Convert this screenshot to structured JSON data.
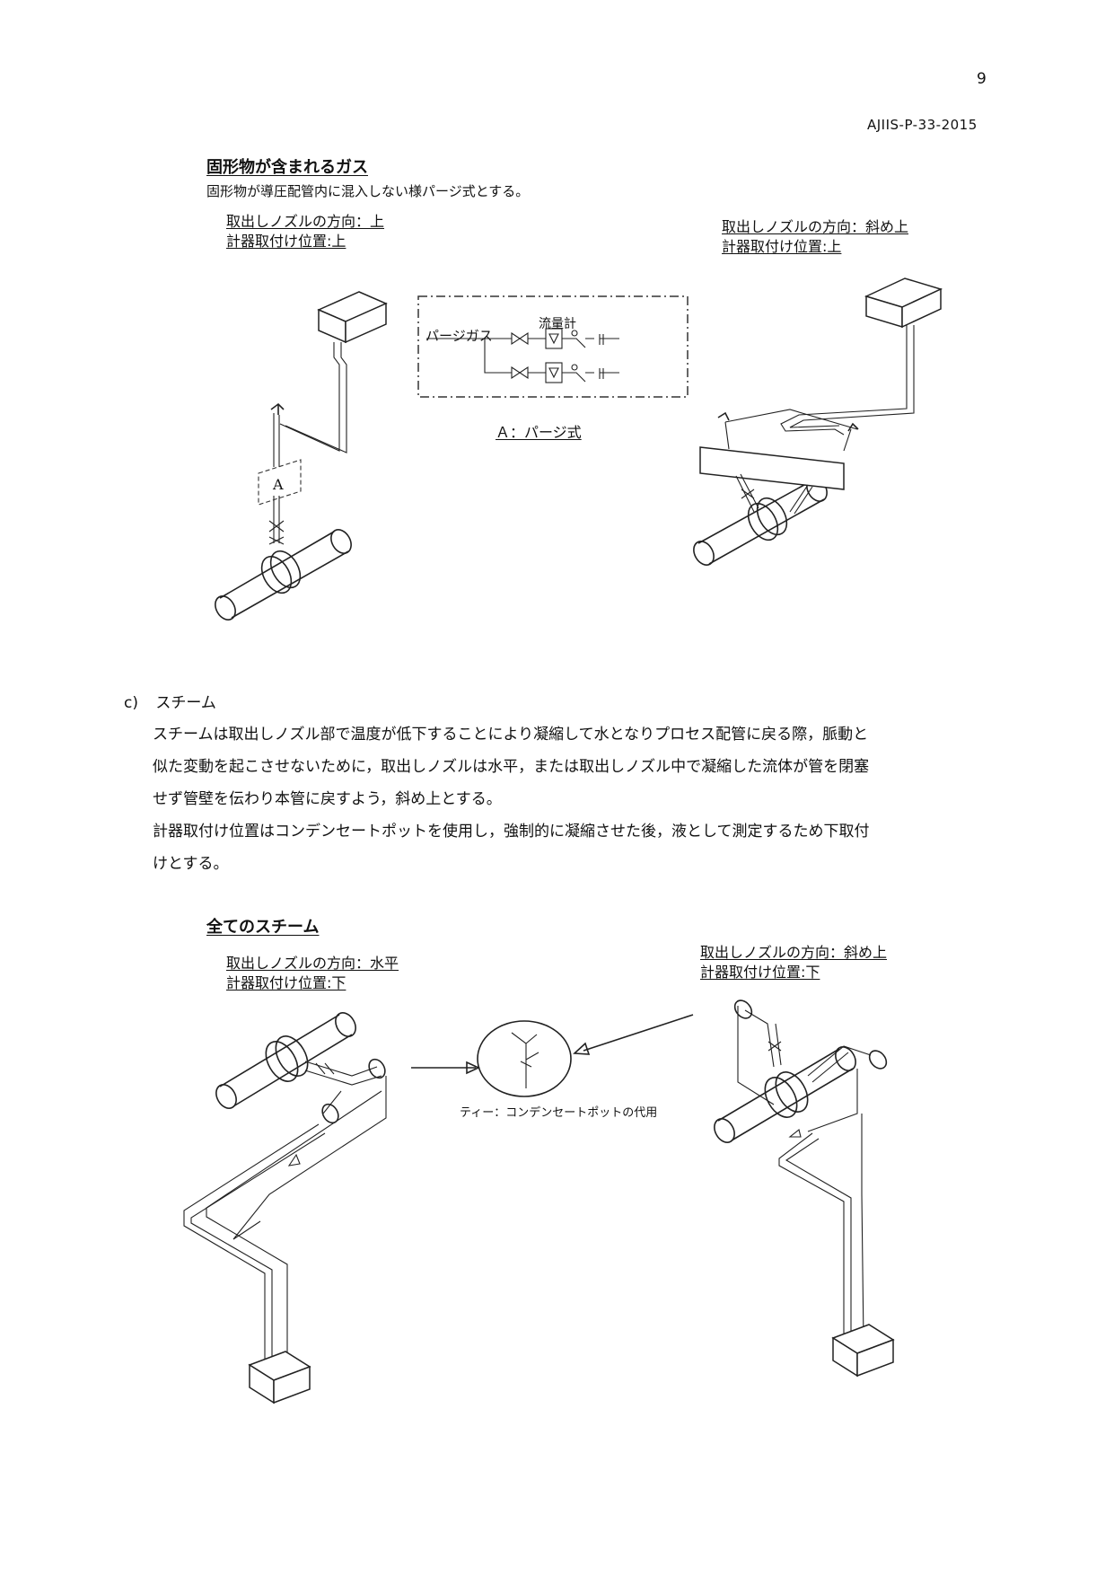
{
  "header": {
    "page_number": "9",
    "doc_id": "AJIIS-P-33-2015"
  },
  "section_gas": {
    "title": "固形物が含まれるガス",
    "description": "固形物が導圧配管内に混入しない様パージ式とする。",
    "left_label_1": "取出しノズルの方向：上",
    "left_label_2": "計器取付け位置:上",
    "right_label_1": "取出しノズルの方向：斜め上",
    "right_label_2": "計器取付け位置:上",
    "inset_purge_gas": "パージガス",
    "inset_flowmeter": "流量計",
    "inset_caption": "Ａ：パージ式",
    "box_label_a": "A"
  },
  "section_steam": {
    "item_marker": "c)",
    "item_title": "スチーム",
    "paragraph_1_line_1": "スチームは取出しノズル部で温度が低下することにより凝縮して水となりプロセス配管に戻る際，脈動と",
    "paragraph_1_line_2": "似た変動を起こさせないために，取出しノズルは水平，または取出しノズル中で凝縮した流体が管を閉塞",
    "paragraph_1_line_3": "せず管壁を伝わり本管に戻すよう，斜め上とする。",
    "paragraph_2_line_1": "計器取付け位置はコンデンセートポットを使用し，強制的に凝縮させた後，液として測定するため下取付",
    "paragraph_2_line_2": "けとする。",
    "title": "全てのスチーム",
    "left_label_1": "取出しノズルの方向：水平",
    "left_label_2": "計器取付け位置:下",
    "right_label_1": "取出しノズルの方向：斜め上",
    "right_label_2": "計器取付け位置:下",
    "tee_caption": "ティー：コンデンセートポットの代用"
  }
}
